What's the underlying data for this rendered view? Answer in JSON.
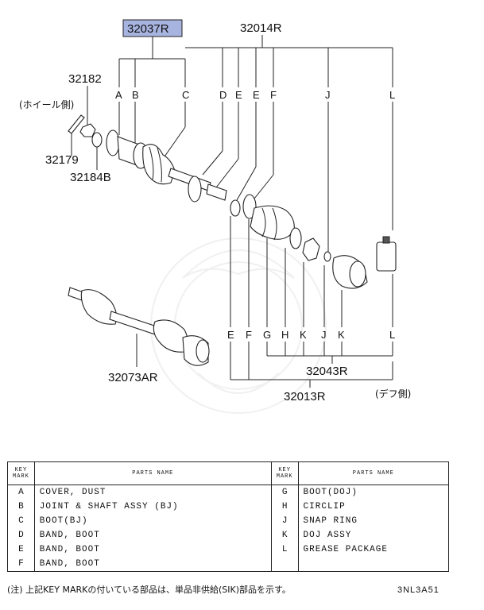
{
  "diagram": {
    "callouts": {
      "p32037R": "32037R",
      "p32014R": "32014R",
      "p32182": "32182",
      "p32179": "32179",
      "p32184B": "32184B",
      "p32073AR": "32073AR",
      "p32043R": "32043R",
      "p32013R": "32013R"
    },
    "wheel_side": "(ホイール側)",
    "diff_side": "(デフ側)",
    "top_letters": [
      "A",
      "B",
      "C",
      "D",
      "E",
      "E",
      "F",
      "J",
      "L"
    ],
    "bottom_letters": [
      "E",
      "F",
      "G",
      "H",
      "K",
      "J",
      "K",
      "L"
    ]
  },
  "legend": {
    "header_key": "KEY MARK",
    "header_name": "PARTS NAME",
    "rows": [
      {
        "k1": "A",
        "n1": "COVER, DUST",
        "k2": "G",
        "n2": "BOOT(DOJ)"
      },
      {
        "k1": "B",
        "n1": "JOINT & SHAFT ASSY (BJ)",
        "k2": "H",
        "n2": "CIRCLIP"
      },
      {
        "k1": "C",
        "n1": "BOOT(BJ)",
        "k2": "J",
        "n2": "SNAP RING"
      },
      {
        "k1": "D",
        "n1": "BAND, BOOT",
        "k2": "K",
        "n2": "DOJ ASSY"
      },
      {
        "k1": "E",
        "n1": "BAND, BOOT",
        "k2": "L",
        "n2": "GREASE PACKAGE"
      },
      {
        "k1": "F",
        "n1": "BAND, BOOT",
        "k2": "",
        "n2": ""
      }
    ]
  },
  "note": "(注) 上記KEY MARKの付いている部品は、単品非供給(SIK)部品を示す。",
  "drawing_code": "3NL3A51",
  "colors": {
    "highlight_box": "#a8b4e0",
    "line": "#222222"
  }
}
